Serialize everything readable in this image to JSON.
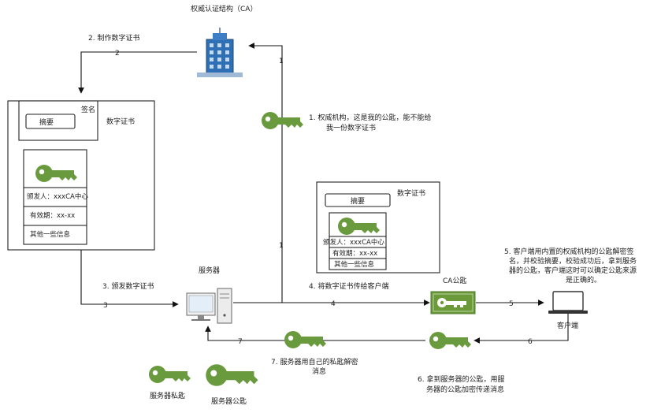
{
  "ca": {
    "title": "权威认证结构（CA）"
  },
  "steps": {
    "s1_num": "1",
    "s1_text": [
      "1. 权威机构，这是我的公匙，能不能给",
      "我一份数字证书"
    ],
    "s1_num_lower": "1",
    "s2_num": "2",
    "s2_text": "2. 制作数字证书",
    "s3_num": "3",
    "s3_text": "3. 颁发数字证书",
    "s4_num": "4",
    "s4_num_b": "4",
    "s4_text": "4. 将数字证书传给客户端",
    "s5_num": "5",
    "s5_text": [
      "5. 客户端用内置的权威机构的公匙解密签",
      "名，并校验摘要，校验成功后，拿到服务",
      "器的公匙，客户端这时可以确定公匙来源",
      "是正确的。"
    ],
    "s6_num": "6",
    "s6_text": [
      "6. 拿到服务器的公匙，用服",
      "务器的公匙加密传递消息"
    ],
    "s7_num": "7",
    "s7_text": [
      "7. 服务器用自己的私匙解密",
      "消息"
    ]
  },
  "cert_left": {
    "title": "数字证书",
    "sign_label": "签名",
    "digest": "摘要",
    "issuer": "颁发人：xxxCA中心",
    "validity": "有效期：xx-xx",
    "other": "其他一些信息"
  },
  "cert_middle": {
    "title": "数字证书",
    "digest": "摘要",
    "issuer": "颁发人：xxxCA中心",
    "validity": "有效期：xx-xx",
    "other": "其他一些信息"
  },
  "server": {
    "label": "服务器"
  },
  "client": {
    "label": "客户端"
  },
  "ca_public_key": {
    "label": "CA公匙"
  },
  "legend": {
    "private_key": "服务器私匙",
    "public_key": "服务器公匙"
  },
  "colors": {
    "key_green": "#6a9a3e",
    "key_dark": "#4d7a2a",
    "ca_box": "#6c9a3a"
  }
}
